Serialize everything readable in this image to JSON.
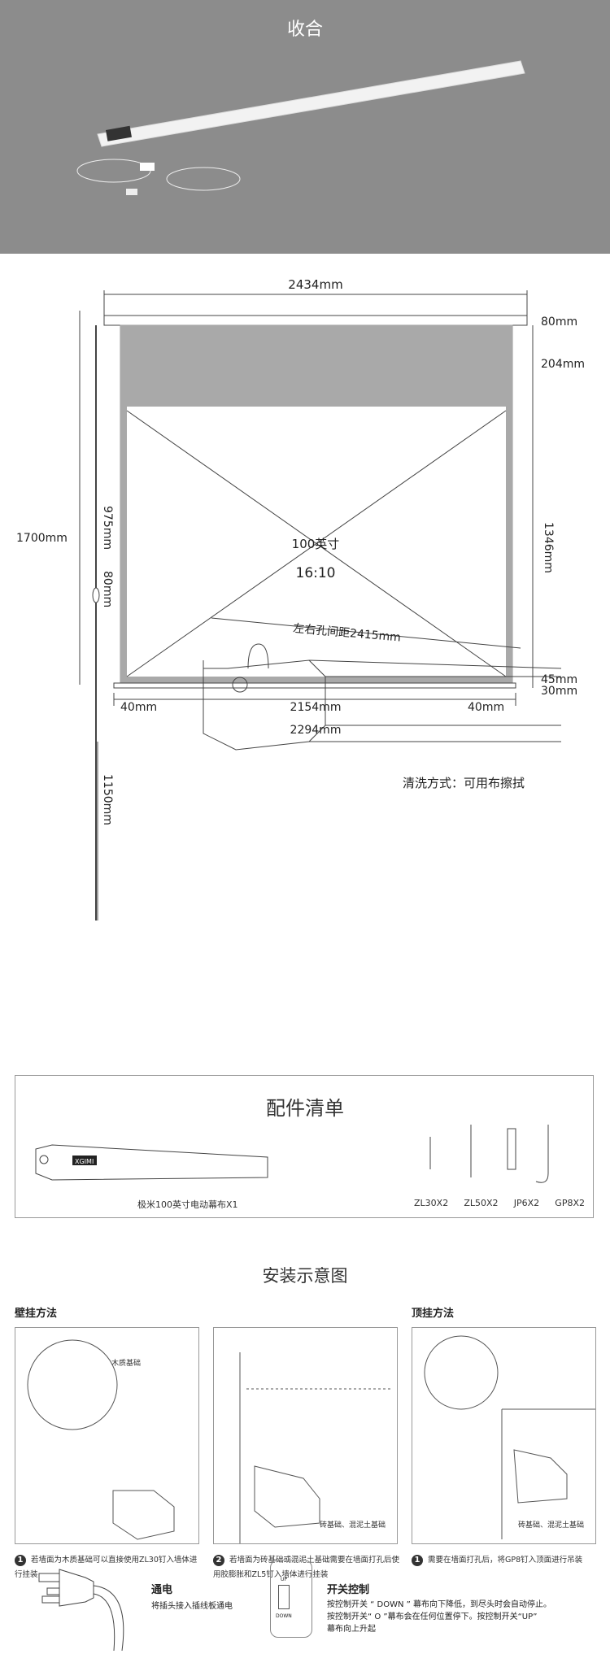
{
  "hero": {
    "title": "收合"
  },
  "dimensions": {
    "total_width": "2434mm",
    "top_bar": "80mm",
    "black_border": "204mm",
    "view_height": "1346mm",
    "bottom_border": "45mm",
    "bottom_bar": "30mm",
    "total_height": "1700mm",
    "drop": "975mm",
    "pole_mid": "80mm",
    "pole_low": "1150mm",
    "left_margin": "40mm",
    "view_width": "2154mm",
    "right_margin": "40mm",
    "bar_width": "2294mm",
    "size": "100英寸",
    "ratio": "16:10"
  },
  "hole_distance": "左右孔间距2415mm",
  "cleaning": "清洗方式：可用布擦拭",
  "accessories": {
    "title": "配件清单",
    "main_item": "极米100英寸电动幕布X1",
    "brand": "XGIMI",
    "items": [
      "ZL30X2",
      "ZL50X2",
      "JP6X2",
      "GP8X2"
    ]
  },
  "install": {
    "title": "安装示意图",
    "wall_title": "壁挂方法",
    "ceiling_title": "顶挂方法",
    "wood_label": "木质基础",
    "brick_label": "砖基础、混泥土基础",
    "brick_label2": "砖基础、混泥土基础",
    "notes": [
      {
        "num": "1",
        "text": "若墙面为木质基础可以直接使用ZL30钉入墙体进行挂装"
      },
      {
        "num": "2",
        "text": "若墙面为砖基础或混泥土基础需要在墙面打孔后使用胶膨胀和ZL5钉入墙体进行挂装"
      },
      {
        "num": "1",
        "text": "需要在墙面打孔后，将GP8钉入顶面进行吊装"
      }
    ]
  },
  "power": {
    "title": "通电",
    "desc": "将插头接入插线板通电"
  },
  "switch": {
    "title": "开关控制",
    "up": "UP",
    "down": "DOWN",
    "lines": [
      "按控制开关 “ DOWN ” 幕布向下降低，到尽头时会自动停止。",
      "按控制开关“ O ”幕布会在任何位置停下。按控制开关“UP”",
      "幕布向上升起"
    ]
  }
}
